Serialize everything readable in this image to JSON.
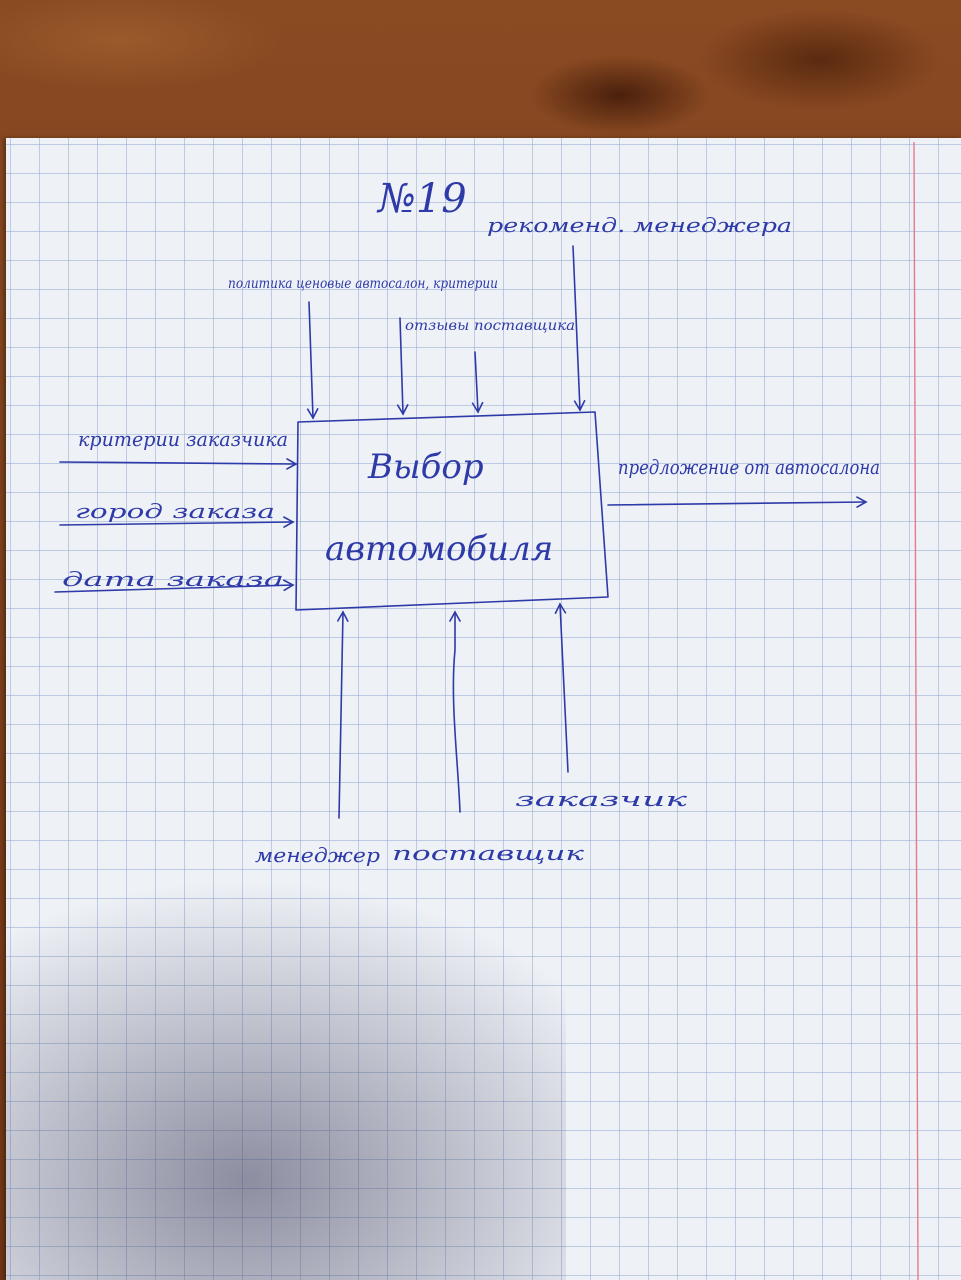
{
  "title": "№19",
  "process_box": {
    "line1": "Выбор",
    "line2": "автомобиля"
  },
  "inputs": [
    {
      "label": "критерии заказчика"
    },
    {
      "label": "город заказа"
    },
    {
      "label": "дата заказа"
    }
  ],
  "controls": [
    {
      "label": "политика ценовые автосалон, критерии"
    },
    {
      "label": "отзывы поставщика"
    },
    {
      "label": "рекоменд. менеджера"
    }
  ],
  "output": {
    "label": "предложение от автосалона"
  },
  "mechanisms": [
    {
      "label": "менеджер"
    },
    {
      "label": "поставщик"
    },
    {
      "label": "заказчик"
    }
  ],
  "colors": {
    "ink": "#2e3aa8",
    "paper": "#eef1f6",
    "grid": "#96aad2",
    "margin": "#e57a8a",
    "desk": "#7a3f1c"
  }
}
